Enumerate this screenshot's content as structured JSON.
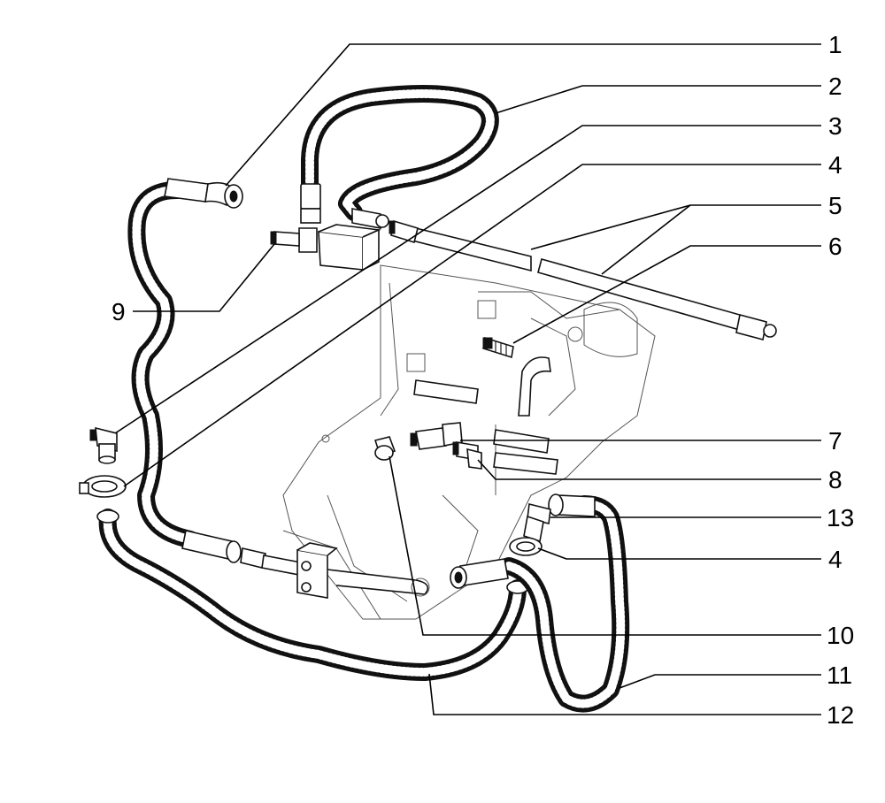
{
  "callouts": [
    {
      "id": "1",
      "label": "1"
    },
    {
      "id": "2",
      "label": "2"
    },
    {
      "id": "3",
      "label": "3"
    },
    {
      "id": "4",
      "label": "4"
    },
    {
      "id": "5",
      "label": "5"
    },
    {
      "id": "6",
      "label": "6"
    },
    {
      "id": "7",
      "label": "7"
    },
    {
      "id": "8",
      "label": "8"
    },
    {
      "id": "9",
      "label": "9"
    },
    {
      "id": "10",
      "label": "10"
    },
    {
      "id": "11",
      "label": "11"
    },
    {
      "id": "12",
      "label": "12"
    },
    {
      "id": "13",
      "label": "13"
    },
    {
      "id": "4b",
      "label": "4"
    }
  ],
  "colors": {
    "line": "#000000",
    "background": "#ffffff"
  }
}
